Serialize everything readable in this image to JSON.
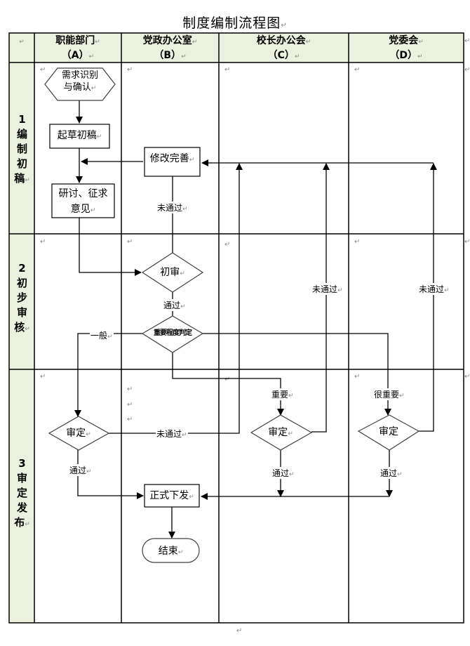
{
  "title": "制度编制流程图",
  "paragraph_mark": "↵",
  "columns": [
    {
      "name": "职能部门",
      "code": "（A）"
    },
    {
      "name": "党政办公室",
      "code": "（B）"
    },
    {
      "name": "校长办公会",
      "code": "（C）"
    },
    {
      "name": "党委会",
      "code": "（D）"
    }
  ],
  "rows": [
    {
      "number": "1",
      "label": [
        "编",
        "制",
        "初",
        "稿"
      ]
    },
    {
      "number": "2",
      "label": [
        "初",
        "步",
        "审",
        "核"
      ]
    },
    {
      "number": "3",
      "label": [
        "审",
        "定",
        "发",
        "布"
      ]
    }
  ],
  "nodes": {
    "start": "需求识别与确认",
    "start_line1": "需求识别",
    "start_line2": "与确认",
    "draft": "起草初稿",
    "discuss_line1": "研讨、征求",
    "discuss_line2": "意见",
    "revise": "修改完善",
    "initial_review": "初审",
    "importance": "重要程度判定",
    "approve_a": "审定",
    "approve_c": "审定",
    "approve_d": "审定",
    "issue": "正式下发",
    "end": "结束"
  },
  "edge_labels": {
    "revise_fail": "未通过",
    "initial_pass": "通过",
    "general": "一般",
    "important": "重要",
    "very_important": "很重要",
    "c_fail": "未通过",
    "d_fail": "未通过",
    "a_fail": "未通过",
    "a_pass": "通过",
    "c_pass": "通过",
    "d_pass": "通过"
  },
  "colors": {
    "header_bg": "#ebf1de",
    "line": "#000000",
    "shape_border": "#404040"
  }
}
